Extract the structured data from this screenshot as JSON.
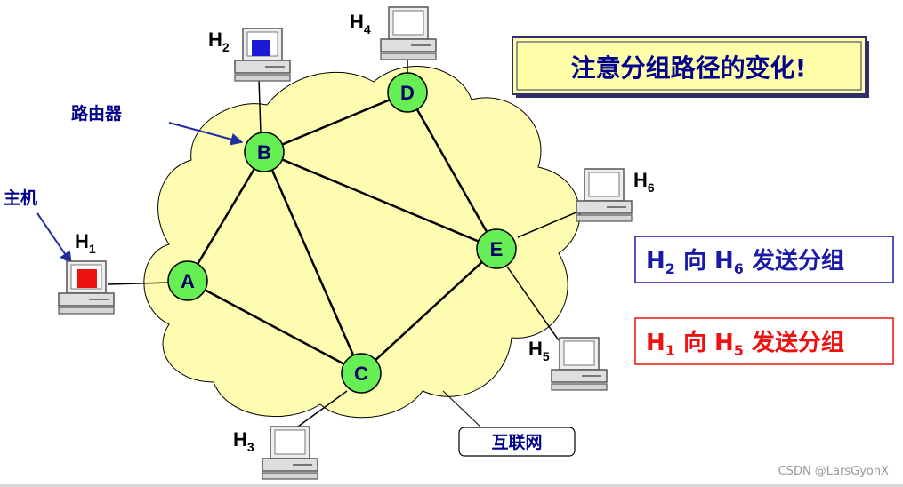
{
  "routers": {
    "A": "A",
    "B": "B",
    "C": "C",
    "D": "D",
    "E": "E"
  },
  "hosts": {
    "h1": {
      "main": "H",
      "sub": "1"
    },
    "h2": {
      "main": "H",
      "sub": "2"
    },
    "h3": {
      "main": "H",
      "sub": "3"
    },
    "h4": {
      "main": "H",
      "sub": "4"
    },
    "h5": {
      "main": "H",
      "sub": "5"
    },
    "h6": {
      "main": "H",
      "sub": "6"
    }
  },
  "labels": {
    "router": "路由器",
    "host": "主机",
    "internet": "互联网"
  },
  "notice": "注意分组路径的变化!",
  "routes": {
    "route1": {
      "h": "H",
      "from_sub": "2",
      "verb": " 向 ",
      "to_sub": "6",
      "tail": " 发送分组"
    },
    "route2": {
      "h": "H",
      "from_sub": "1",
      "verb": " 向 ",
      "to_sub": "5",
      "tail": " 发送分组"
    }
  },
  "watermark": "CSDN @LarsGyonX",
  "colors": {
    "cloud_fill": "#fdfcb0",
    "router_fill": "#66ee55",
    "notice_bg": "#ffffaa",
    "route1_text": "#1a1aa8",
    "route2_text": "#ee1111",
    "h1_screen": "#ee1111",
    "h2_screen": "#1a1ad6"
  }
}
